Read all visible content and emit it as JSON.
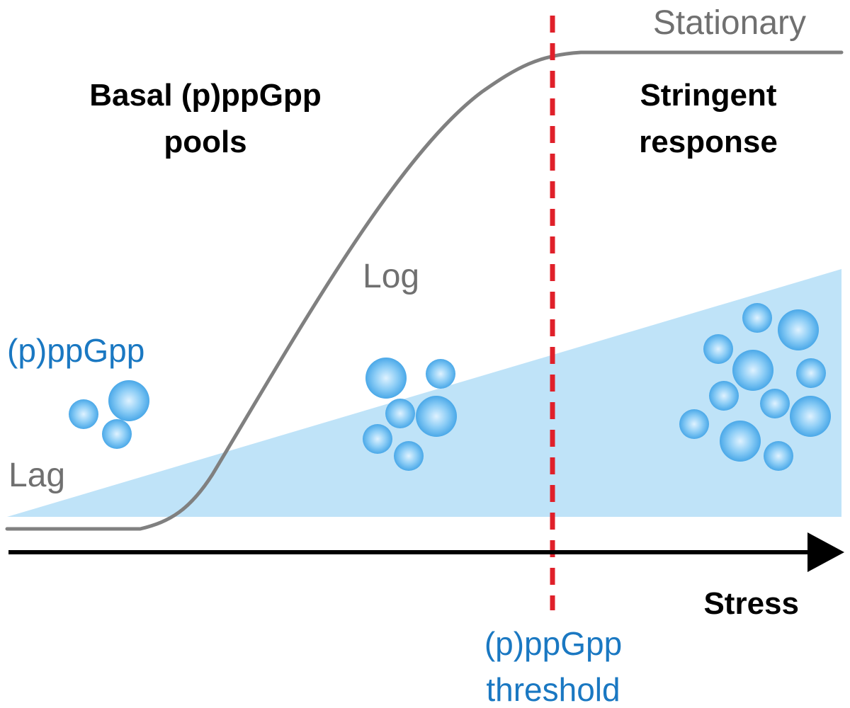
{
  "labels": {
    "basal_line1": "Basal (p)ppGpp",
    "basal_line2": "pools",
    "stringent_line1": "Stringent",
    "stringent_line2": "response",
    "stationary": "Stationary",
    "log": "Log",
    "lag": "Lag",
    "ppgpp": "(p)ppGpp",
    "stress": "Stress",
    "threshold_line1": "(p)ppGpp",
    "threshold_line2": "threshold"
  },
  "colors": {
    "growth_curve": "#808080",
    "wedge": "#bfe3f8",
    "threshold_line": "#e0202a",
    "axis": "#000000",
    "ppgpp_text": "#1a78c2",
    "bubble": "#5fb6ee"
  },
  "icons": {
    "bubble": "ppgpp-molecule-icon",
    "axis_arrow": "arrow-right-icon"
  }
}
